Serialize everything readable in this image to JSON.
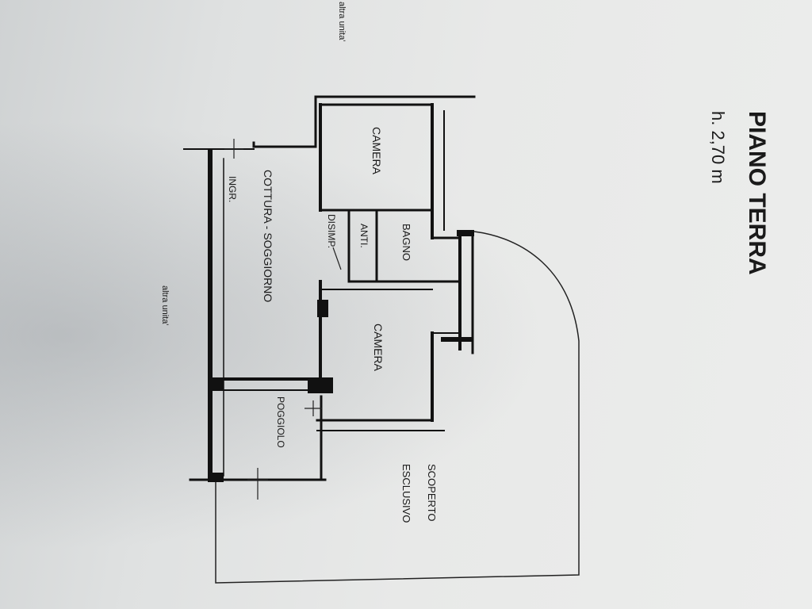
{
  "title": "PIANO TERRA",
  "height_label": "h. 2,70 m",
  "rooms": {
    "camera_1": "CAMERA",
    "camera_2": "CAMERA",
    "bagno": "BAGNO",
    "anti": "ANTI.",
    "disimp": "DISIMP.",
    "cottura_soggiorno": "COTTURA - SOGGIORNO",
    "ingr": "INGR.",
    "poggiolo": "POGGIOLO"
  },
  "outside": {
    "scoperto": "SCOPERTO",
    "esclusivo": "ESCLUSIVO",
    "altra_unita_top": "altra unita'",
    "altra_unita_left": "altra unita'"
  }
}
